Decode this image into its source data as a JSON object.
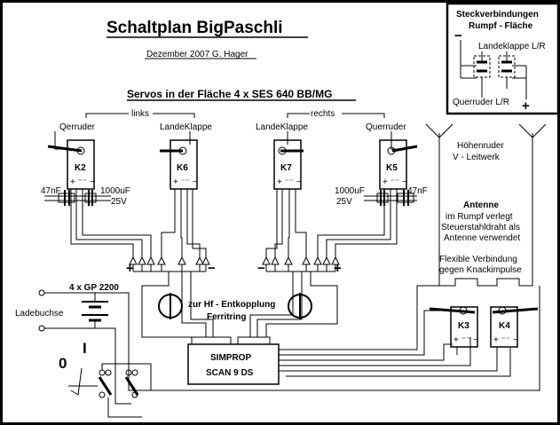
{
  "title": "Schaltplan  BigPaschli",
  "subtitle": "Dezember 2007  G. Hager",
  "servos_heading": "Servos in der Fläche  4 x SES 640 BB/MG",
  "inset": {
    "heading_line1": "Steckverbindungen",
    "heading_line2": "Rumpf - Fläche",
    "minus": "−",
    "plus": "+",
    "label_landeklappe": "Landeklappe L/R",
    "label_querruder": "Querruder L/R"
  },
  "groups": {
    "left": "links",
    "right": "rechts"
  },
  "servo_labels": {
    "qerruder": "Qerruder",
    "landeklappe_left": "LandeKlappe",
    "landeklappe_right": "LandeKlappe",
    "querruder": "Querruder"
  },
  "servos": {
    "k2": "K2",
    "k6": "K6",
    "k7": "K7",
    "k5": "K5",
    "k3": "K3",
    "k4": "K4"
  },
  "servo_pins": "+ ⁻⁻ −",
  "capacitors": {
    "left_small": "47nF",
    "left_large": "1000uF",
    "left_voltage": "25V",
    "right_large": "1000uF",
    "right_voltage": "25V",
    "right_small": "47nF"
  },
  "connector_signs": {
    "plus": "+",
    "minus": "−"
  },
  "hoehenruder": {
    "line1": "Höhenruder",
    "line2": "V - Leitwerk"
  },
  "antenne": {
    "heading": "Antenne",
    "line1": "im Rumpf verlegt",
    "line2": "Steuerstahldraht als",
    "line3": "Antenne verwendet"
  },
  "flex": {
    "line1": "Flexible Verbindung",
    "line2": "gegen Knackimpulse"
  },
  "battery": "4 x GP 2200",
  "ladebuchse": "Ladebuchse",
  "ferrite": {
    "line1": "zur Hf - Entkopplung",
    "line2": "Ferritring"
  },
  "receiver": {
    "line1": "SIMPROP",
    "line2": "SCAN 9 DS"
  },
  "switch": {
    "off": "0",
    "on": "I"
  }
}
